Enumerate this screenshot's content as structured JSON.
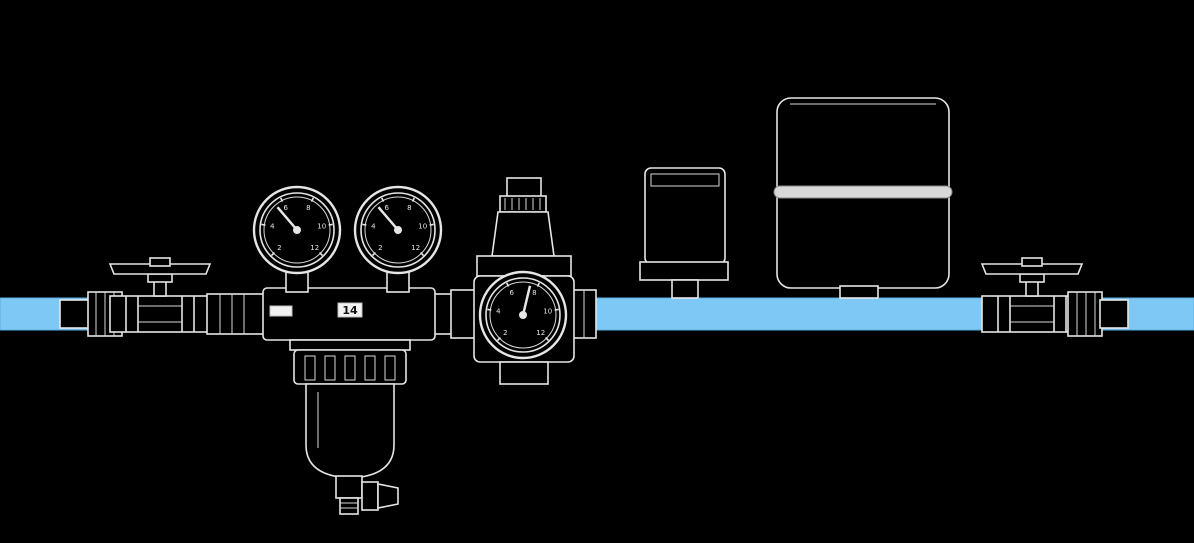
{
  "diagram": {
    "pipe_color": "#7dc8f4",
    "line_color": "#e6e6e6",
    "background": "#000000",
    "components": [
      {
        "id": "inlet-ball-valve",
        "kind": "ball-valve"
      },
      {
        "id": "filter-housing",
        "kind": "filter",
        "label": "14"
      },
      {
        "id": "filter-gauge-inlet",
        "kind": "pressure-gauge",
        "ticks": [
          "2",
          "4",
          "6",
          "8",
          "10",
          "12"
        ],
        "reading": 0.35
      },
      {
        "id": "filter-gauge-outlet",
        "kind": "pressure-gauge",
        "ticks": [
          "2",
          "4",
          "6",
          "8",
          "10",
          "12"
        ],
        "reading": 0.35
      },
      {
        "id": "pressure-reducer",
        "kind": "pressure-reducing-valve"
      },
      {
        "id": "reducer-gauge",
        "kind": "pressure-gauge",
        "ticks": [
          "2",
          "4",
          "6",
          "8",
          "10",
          "12"
        ],
        "reading": 0.55
      },
      {
        "id": "water-hammer-arrestor",
        "kind": "arrestor"
      },
      {
        "id": "expansion-vessel",
        "kind": "expansion-tank"
      },
      {
        "id": "outlet-ball-valve",
        "kind": "ball-valve"
      }
    ]
  }
}
